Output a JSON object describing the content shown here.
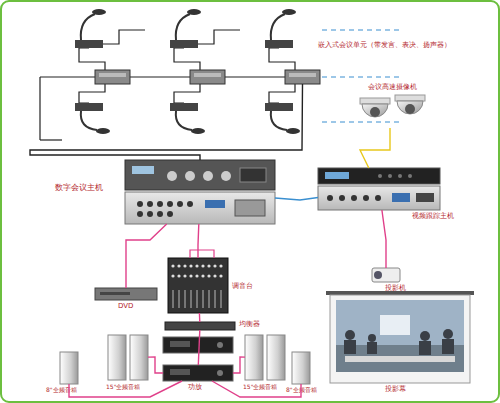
{
  "diagram": {
    "nodes": [
      {
        "text": [
          "嵌入式会议单元（带发言、表决、扬声器）"
        ]
      },
      {
        "text": [
          "会议高速摄像机"
        ]
      },
      {
        "text": [
          "数字会议主机"
        ]
      },
      {
        "text": [
          "视频跟踪主机"
        ]
      },
      {
        "text": [
          "投影机"
        ]
      },
      {
        "text": [
          "DVD"
        ]
      },
      {
        "text": [
          "调音台"
        ]
      },
      {
        "text": [
          "均衡器"
        ]
      },
      {
        "text": [
          "功放"
        ]
      },
      {
        "text": [
          "8\"全频音箱"
        ]
      },
      {
        "text": [
          "15\"全频音箱"
        ]
      },
      {
        "text": [
          "15\"全频音箱"
        ]
      },
      {
        "text": [
          "8\"全频音箱"
        ]
      },
      {
        "text": [
          "投影幕"
        ]
      }
    ],
    "edges": [
      {
        "from": 0,
        "to": 2,
        "arrow": "none"
      },
      {
        "from": 1,
        "to": 3,
        "arrow": "none"
      },
      {
        "from": 2,
        "to": 3,
        "arrow": "none"
      },
      {
        "from": 3,
        "to": 4,
        "arrow": "none"
      },
      {
        "from": 5,
        "to": 2,
        "arrow": "none"
      },
      {
        "from": 2,
        "to": 6,
        "arrow": "none"
      },
      {
        "from": 6,
        "to": 7,
        "arrow": "none"
      },
      {
        "from": 7,
        "to": 8,
        "arrow": "none"
      },
      {
        "from": 8,
        "to": 9,
        "arrow": "none"
      },
      {
        "from": 8,
        "to": 10,
        "arrow": "none"
      },
      {
        "from": 8,
        "to": 11,
        "arrow": "none"
      },
      {
        "from": 8,
        "to": 12,
        "arrow": "none"
      }
    ]
  }
}
